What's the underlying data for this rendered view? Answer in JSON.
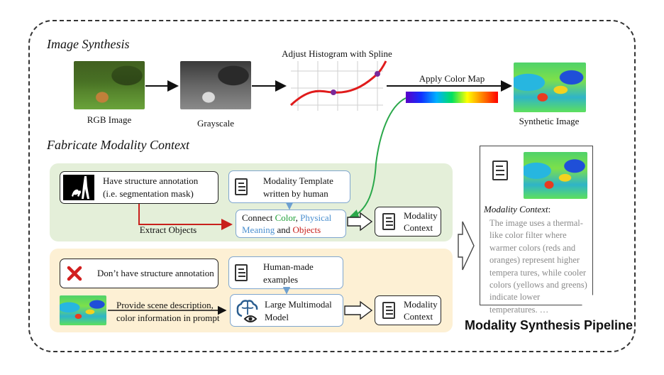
{
  "sections": {
    "image_synthesis": "Image Synthesis",
    "fabricate_context": "Fabricate Modality Context"
  },
  "synthesis": {
    "rgb_label": "RGB Image",
    "grayscale_label": "Grayscale",
    "histogram_label": "Adjust Histogram with Spline",
    "colormap_label": "Apply Color Map",
    "synthetic_label": "Synthetic Image"
  },
  "green_panel": {
    "annotation_line1": "Have structure annotation",
    "annotation_line2": "(i.e. segmentation mask)",
    "template_line1": "Modality Template",
    "template_line2": "written by human",
    "connect_word": "Connect ",
    "color_word": "Color",
    "comma": ", ",
    "physical_word": "Physical",
    "meaning_word": "Meaning",
    "and_word": " and ",
    "objects_word": "Objects",
    "extract_label": "Extract Objects",
    "output_line1": "Modality",
    "output_line2": "Context"
  },
  "yellow_panel": {
    "no_annotation": "Don’t have structure annotation",
    "examples_line1": "Human-made",
    "examples_line2": "examples",
    "prompt_line1": "Provide scene description,",
    "prompt_line2": "color information in prompt",
    "model_line1": "Large Multimodal",
    "model_line2": "Model",
    "output_line1": "Modality",
    "output_line2": "Context"
  },
  "context_card": {
    "heading": "Modality Context",
    "colon": ":",
    "body": "The image uses a thermal-like color filter where warmer colors (reds and oranges) represent higher tempera tures, while cooler colors (yellows and greens) indicate lower temperatures. …"
  },
  "pipeline_title": "Modality Synthesis Pipeline",
  "colors": {
    "color_word": "#22a13a",
    "physical_word": "#4a8fcf",
    "objects_word": "#c8201c",
    "spline": "#e01b1b",
    "connector_green": "#2aa84a",
    "connector_red": "#c8201c",
    "panel_green": "#e4efd9",
    "panel_yellow": "#fdf0d4"
  }
}
